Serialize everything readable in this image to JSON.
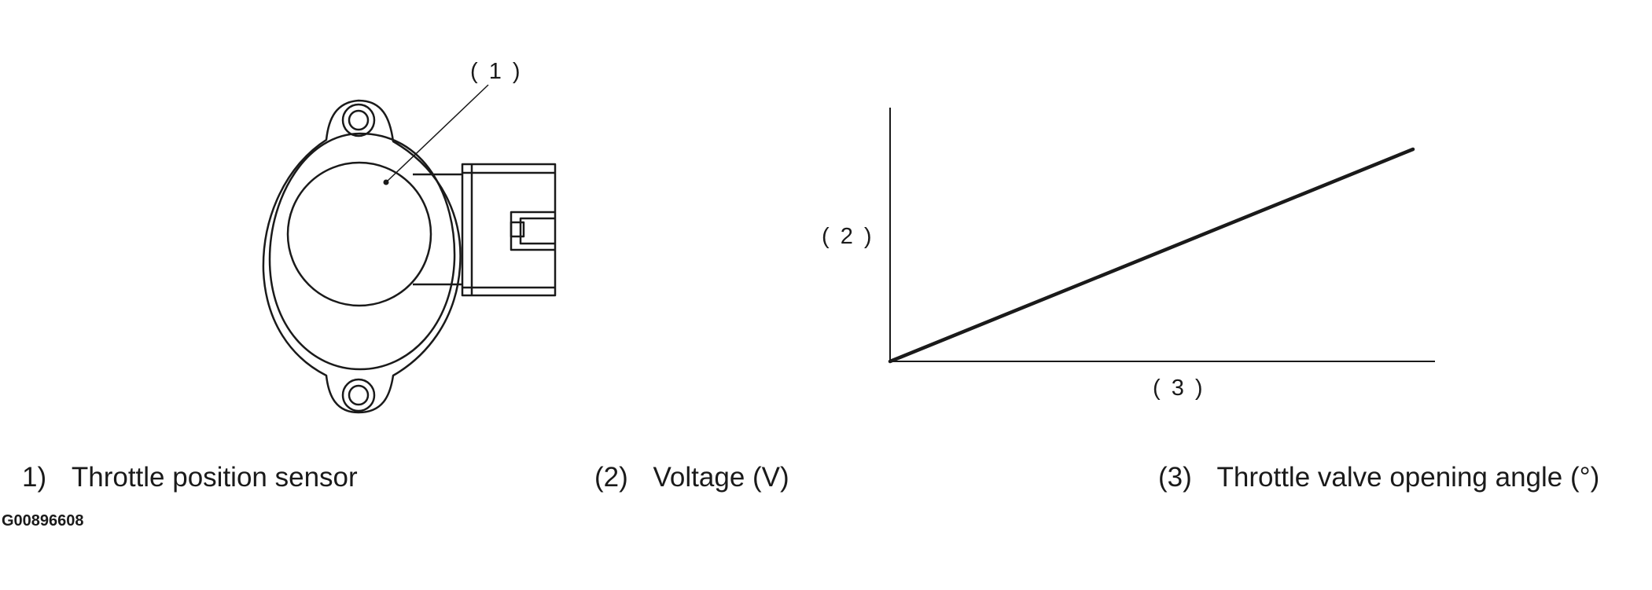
{
  "callouts": {
    "sensor": "( 1 )",
    "y_axis": "( 2 )",
    "x_axis": "( 3 )"
  },
  "legend": [
    {
      "number": "1)",
      "text": "Throttle position sensor"
    },
    {
      "number": "(2)",
      "text": "Voltage (V)"
    },
    {
      "number": "(3)",
      "text": "Throttle valve opening angle (°)"
    }
  ],
  "figure_id": "G00896608",
  "graph": {
    "relationship": "linear increase from origin"
  },
  "colors": {
    "ink": "#1a1a1a",
    "background": "#ffffff"
  }
}
